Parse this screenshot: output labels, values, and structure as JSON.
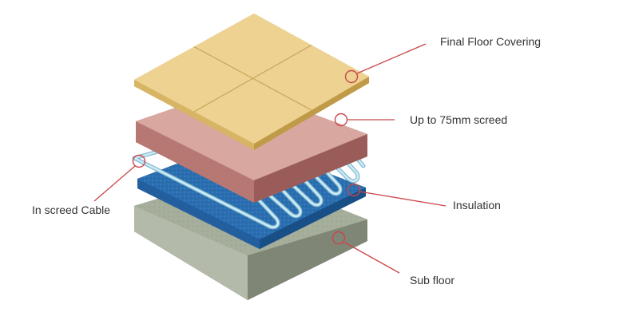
{
  "labels": {
    "final_floor": "Final Floor Covering",
    "screed": "Up to 75mm screed",
    "cable": "In screed Cable",
    "insulation": "Insulation",
    "subfloor": "Sub floor"
  },
  "colors": {
    "leader": "#c8474a",
    "tile_top": "#edd291",
    "screed_top": "#d8a7a0",
    "cable": "#a8d6e8",
    "insulation_top": "#2b6fb0",
    "subfloor_top": "#a5ad9b",
    "text": "#333333"
  }
}
